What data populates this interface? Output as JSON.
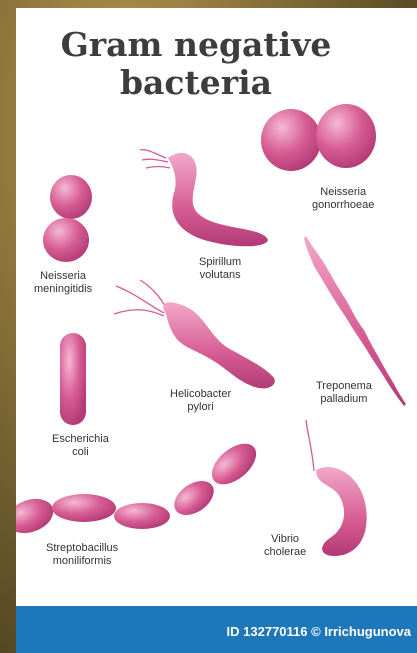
{
  "title_line1": "Gram negative",
  "title_line2": "bacteria",
  "labels": {
    "neisseria_gonorrhoeae": [
      "Neisseria",
      "gonorrhoeae"
    ],
    "spirillum_volutans": [
      "Spirillum",
      "volutans"
    ],
    "neisseria_meningitidis": [
      "Neisseria",
      "meningitidis"
    ],
    "treponema_palladium": [
      "Treponema",
      "palladium"
    ],
    "helicobacter_pylori": [
      "Helicobacter",
      "pylori"
    ],
    "escherichia_coli": [
      "Escherichia",
      "coli"
    ],
    "vibrio_cholerae": [
      "Vibrio",
      "cholerae"
    ],
    "streptobacillus_moniliformis": [
      "Streptobacillus",
      "moniliformis"
    ]
  },
  "footer": "ID 132770116 © Irrichugunova",
  "colors": {
    "bacteria": "#d65c93",
    "bacteria_light": "#ef9cc1",
    "footer": "#1e77b9"
  }
}
